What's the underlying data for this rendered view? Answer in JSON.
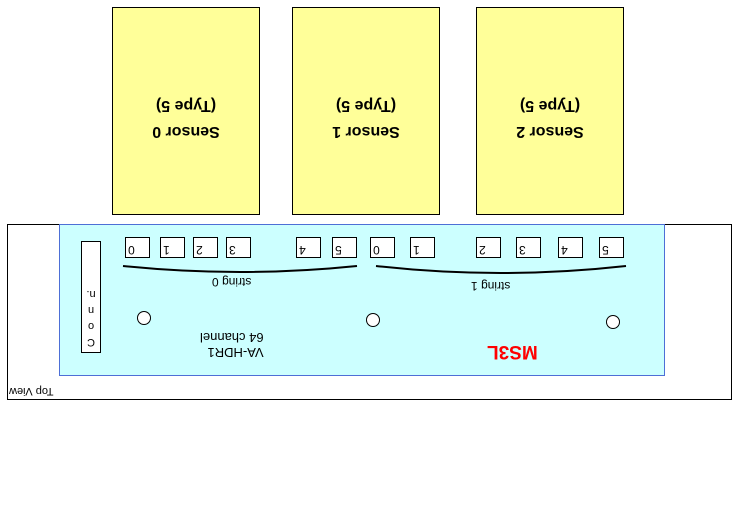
{
  "sensors": [
    {
      "name": "Sensor 0",
      "type": "(Type 5)"
    },
    {
      "name": "Sensor 1",
      "type": "(Type 5)"
    },
    {
      "name": "Sensor 2",
      "type": "(Type 5)"
    }
  ],
  "chips": [
    "0",
    "1",
    "2",
    "3",
    "4",
    "5",
    "0",
    "1",
    "2",
    "3",
    "4",
    "5"
  ],
  "strings": [
    "string 0",
    "string 1"
  ],
  "connector": {
    "label": "C\no\nn\nn."
  },
  "board": {
    "name": "VA-HDR1",
    "channels": "64 channel",
    "logo": "MS3L"
  },
  "view_label": "Top View",
  "colors": {
    "sensor": "#ffff99",
    "hybrid": "#ccffff",
    "logo": "#ff0000"
  }
}
